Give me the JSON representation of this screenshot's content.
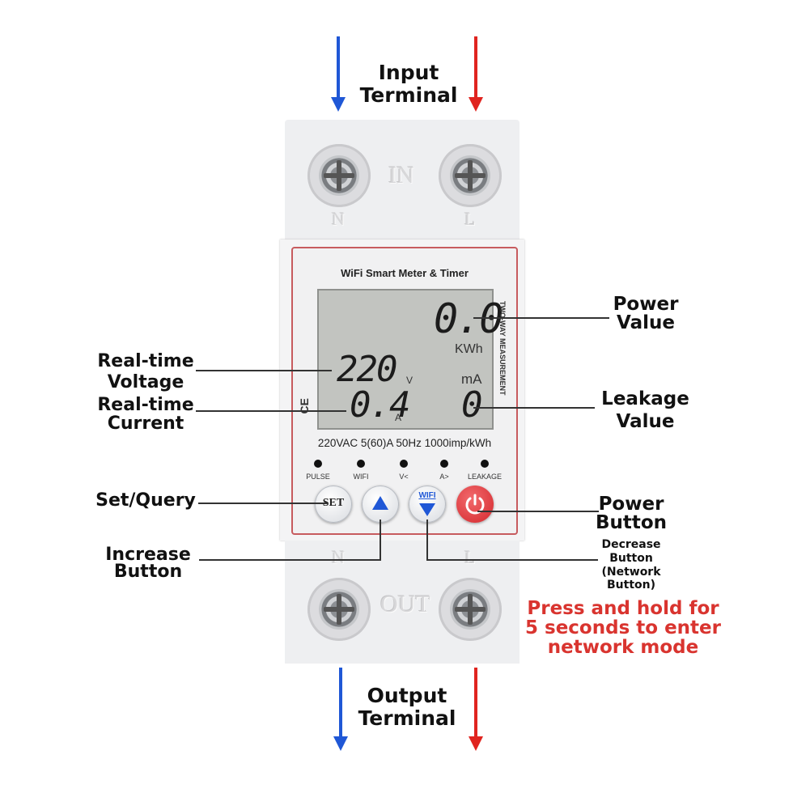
{
  "labels": {
    "input_terminal": [
      "Input",
      "Terminal"
    ],
    "output_terminal": [
      "Output",
      "Terminal"
    ],
    "power_value": [
      "Power",
      "Value"
    ],
    "realtime_voltage": [
      "Real-time",
      "Voltage"
    ],
    "realtime_current": [
      "Real-time",
      "Current"
    ],
    "leakage_value": [
      "Leakage",
      "Value"
    ],
    "set_query": "Set/Query",
    "power_button": [
      "Power",
      "Button"
    ],
    "increase_button": [
      "Increase",
      "Button"
    ],
    "decrease_button": [
      "Decrease",
      "Button",
      "(Network",
      "Button)"
    ],
    "network_note": [
      "Press and hold for",
      "5 seconds to enter",
      "network mode"
    ]
  },
  "device": {
    "title": "WiFi Smart Meter & Timer",
    "side_text": "TWO-WAY MEASUREMENT",
    "power_reading": "0.0",
    "power_unit": "KWh",
    "voltage_reading": "220",
    "voltage_unit": "V",
    "current_reading": "0.4",
    "current_unit": "A",
    "leakage_unit": "mA",
    "leakage_reading": "0",
    "ce_mark": "CE",
    "spec_line": "220VAC 5(60)A 50Hz 1000imp/kWh",
    "indicators": [
      "PULSE",
      "WIFI",
      "V<",
      "A>",
      "LEAKAGE"
    ],
    "set_button": "SET",
    "wifi_button": "WIFI",
    "embossed": {
      "in": "IN",
      "out": "OUT",
      "n_top": "N",
      "l_top": "L",
      "n_bottom": "N",
      "l_bottom": "L"
    }
  },
  "colors": {
    "neutral_arrow": "#1f57d6",
    "live_arrow": "#e0241f",
    "note_text": "#d9342f",
    "power_button": "#e23b3f",
    "panel_border": "#c75b5e"
  },
  "icons": {
    "power_button_icon": "power-icon",
    "increase_icon": "up-triangle",
    "decrease_icon": "down-triangle"
  }
}
